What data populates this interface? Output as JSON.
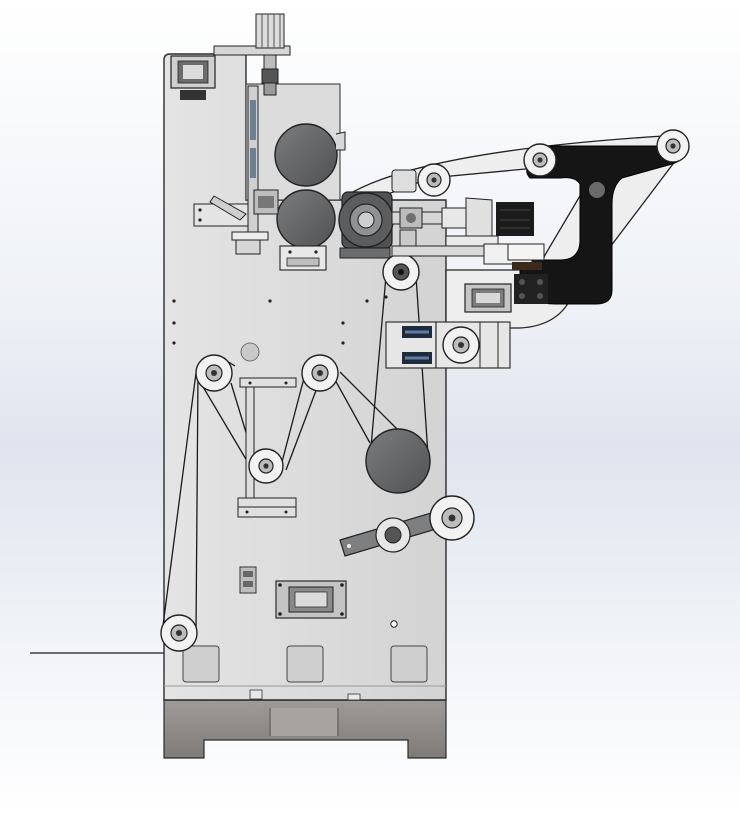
{
  "view": {
    "background_top": "#ffffff",
    "background_mid": "#dfe4ee"
  },
  "colors": {
    "frame_plate": "#d9d9d9",
    "frame_edge": "#2b2b2b",
    "base_metal": "#8f8c8a",
    "roller_dark": "#5f6163",
    "arm_black": "#151515",
    "web_line": "#1a1a1a"
  },
  "components": {
    "top_motor": "motor-icon",
    "arm": "swing-arm",
    "dancer": "dancer-roller",
    "control_box": "electrical-box"
  }
}
